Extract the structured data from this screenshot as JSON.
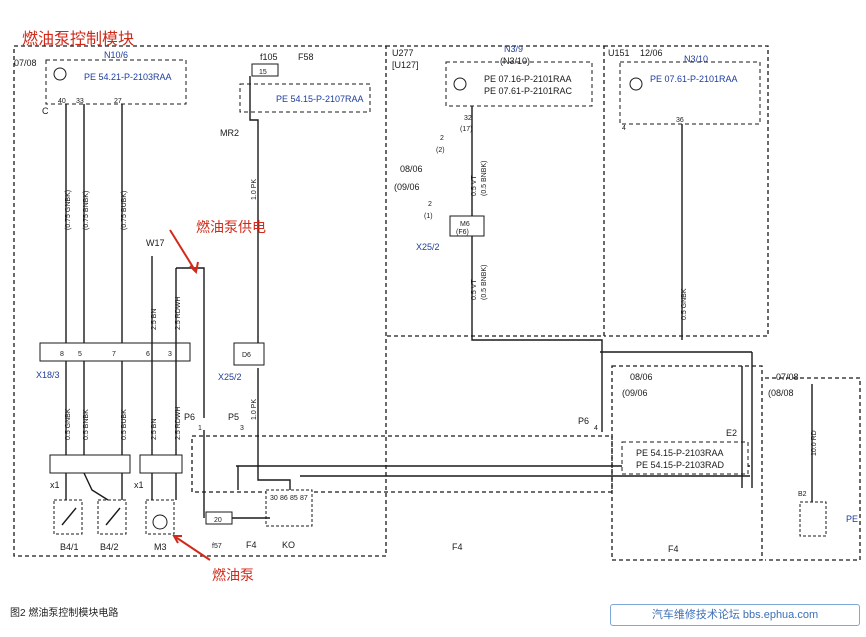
{
  "title_cn": "燃油泵控制模块",
  "annot_supply": "燃油泵供电",
  "annot_pump": "燃油泵",
  "figure_caption": "图2  燃油泵控制模块电路",
  "watermark": "汽车维修技术论坛 bbs.ephua.com",
  "colors": {
    "annotation": "#d22a1a",
    "ref_text": "#1f3d9a",
    "wire": "#1a1a1a"
  },
  "labels": {
    "ref_0708": "07/08",
    "n10_6": "N10/6",
    "pe_5421": "PE 54.21-P-2103RAA",
    "c": "C",
    "f105": "f105",
    "f58": "F58",
    "pe_5415_2107": "PE 54.15-P-2107RAA",
    "mr2": "MR2",
    "u277": "U277",
    "u127": "[U127]",
    "n3_9": "N3/9",
    "n3_10_p": "(N3/10)",
    "pe_0716": "PE 07.16-P-2101RAA",
    "pe_0761_rac": "PE 07.61-P-2101RAC",
    "u151": "U151",
    "ref_1206": "12/06",
    "n3_10": "N3/10",
    "pe_0761_raa": "PE 07.61-P-2101RAA",
    "ref_0806": "08/06",
    "ref_0906": "(09/06",
    "x25_2": "X25/2",
    "w17": "W17",
    "x18_3": "X18/3",
    "x25_2b": "X25/2",
    "p6": "P6",
    "p5": "P5",
    "p6b": "P6",
    "x1a": "x1",
    "x1b": "x1",
    "b4_1": "B4/1",
    "b4_2": "B4/2",
    "m3": "M3",
    "f57": "f57",
    "f4a": "F4",
    "k0": "KO",
    "f4b": "F4",
    "f4c": "F4",
    "ref_0806b": "08/06",
    "ref_0906b": "(09/06",
    "ref_0708b": "07/08",
    "ref_0808": "(08/08",
    "e2": "E2",
    "pe_5415_raa": "PE 54.15-P-2103RAA",
    "pe_5415_rad": "PE 54.15-P-2103RAD",
    "b2": "B2",
    "pe_edge": "PE",
    "w_gnbk": "(0.75 GNBK)",
    "w_bnbk": "(0.75 BNBK)",
    "w_bubk": "(0.75 BUBK)",
    "w_1pk": "1.0 PK",
    "w_1pk_b": "1.0 PK",
    "w_25bn": "2.5 BN",
    "w_25rdwh": "2.5 RDWH",
    "w_05gnbk": "0.5 GNBK",
    "w_05bnbk": "0.5 BNBK",
    "w_05bubk": "0.5 BUBK",
    "w_25bn_b": "2.5 BN",
    "w_25rdwh_b": "2.5 RDWH",
    "w_05vt": "0.5 VT",
    "w_05bnbk_p": "(0.5 BNBK)",
    "w_05vt_b": "0.5 VT",
    "w_05bnbk_p2": "(0.5 BNBK)",
    "w_05gnbk_r": "0.5 GNBK",
    "w_10rd": "10.0 RD",
    "pin_40": "40",
    "pin_33": "33",
    "pin_27": "27",
    "pin_32": "32",
    "pin_17": "(17)",
    "pin_36": "36",
    "pin_2a": "2",
    "pin_2b": "(2)",
    "pin_2c": "2",
    "pin_1": "(1)",
    "pin_m6": "M6",
    "pin_f6": "(F6)",
    "pin_d6": "D6",
    "pin_4": "4",
    "pin_8": "8",
    "pin_5": "5",
    "pin_7": "7",
    "pin_6": "6",
    "pin_3": "3",
    "pin_1b": "1",
    "pin_3b": "3",
    "pin_4b": "4",
    "k_30": "30",
    "k_86": "86",
    "k_85": "85",
    "k_87": "87",
    "fuse_20": "20",
    "f105_15": "15"
  }
}
